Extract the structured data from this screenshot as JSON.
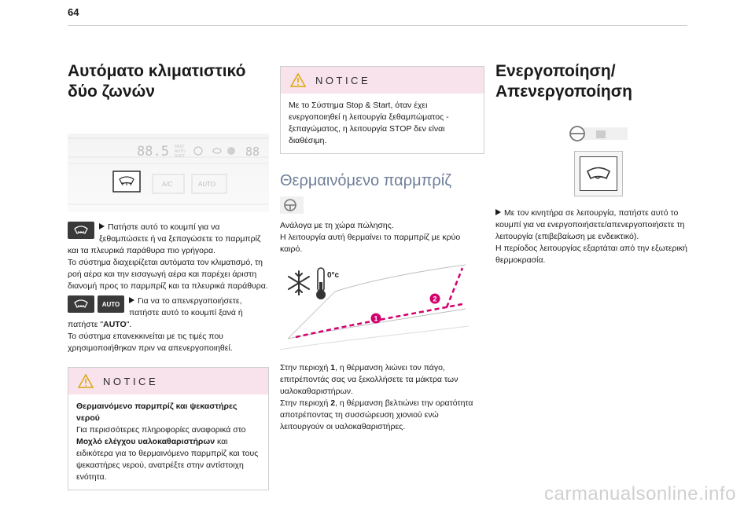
{
  "page": {
    "number": "64"
  },
  "col1": {
    "title": "Αυτόματο κλιματιστικό δύο ζωνών",
    "panel": {
      "display_temp": "88.5",
      "display_right": "88",
      "fast": "FAST",
      "auto": "AUTO",
      "soft": "SOFT",
      "btn_ac": "A/C",
      "btn_auto": "AUTO"
    },
    "p1": "Πατήστε αυτό το κουμπί για να ξεθαμπώσετε ή να ξεπαγώσετε το παρμπρίζ και τα πλευρικά παράθυρα πιο γρήγορα.",
    "p2": "Το σύστημα διαχειρίζεται αυτόματα τον κλιματισμό, τη ροή αέρα και την εισαγωγή αέρα και παρέχει άριστη διανομή προς το παρμπρίζ και τα πλευρικά παράθυρα.",
    "auto_key": "AUTO",
    "p3_a": "Για να το απενεργοποιήσετε, πατήστε αυτό το κουμπί ξανά ή πατήστε \"",
    "p3_bold": "AUTO",
    "p3_b": "\".",
    "p4": "Το σύστημα επανεκκινείται με τις τιμές που χρησιμοποιήθηκαν πριν να απενεργοποιηθεί.",
    "notice": {
      "title": "NOTICE",
      "head_bold": "Θερμαινόμενο παρμπρίζ και ψεκαστήρες νερού",
      "t1": "Για περισσότερες πληροφορίες αναφορικά στο ",
      "t2_bold": "Μοχλό ελέγχου υαλοκαθαριστήρων",
      "t3": " και ειδικότερα για το θερμαινόμενο παρμπρίζ και τους ψεκαστήρες νερού, ανατρέξτε στην αντίστοιχη ενότητα."
    }
  },
  "col2": {
    "notice": {
      "title": "NOTICE",
      "text": "Με το Σύστημα Stop & Start, όταν έχει ενεργοποιηθεί η λειτουργία ξεθαμπώματος - ξεπαγώματος, η λειτουργία STOP δεν είναι διαθέσιμη."
    },
    "title": "Θερμαινόμενο παρμπρίζ",
    "p1": "Ανάλογα με τη χώρα πώλησης.",
    "p2": "Η λειτουργία αυτή θερμαίνει το παρμπρίζ με κρύο καιρό.",
    "temp_label": "0°c",
    "zone1": "1",
    "zone2": "2",
    "p3_a": "Στην περιοχή ",
    "p3_b": "1",
    "p3_c": ", η θέρμανση λιώνει τον πάγο, επιτρέποντάς σας να ξεκολλήσετε τα μάκτρα των υαλοκαθαριστήρων.",
    "p4_a": "Στην περιοχή ",
    "p4_b": "2",
    "p4_c": ", η θέρμανση βελτιώνει την ορατότητα αποτρέποντας τη συσσώρευση χιονιού ενώ λειτουργούν οι υαλοκαθαριστήρες."
  },
  "col3": {
    "title": "Ενεργοποίηση/ Απενεργοποίηση",
    "p1": "Με τον κινητήρα σε λειτουργία, πατήστε αυτό το κουμπί για να ενεργοποιήσετε/απενεργοποιήσετε τη λειτουργία (επιβεβαίωση με ενδεικτικό).",
    "p2": "Η περίοδος λειτουργίας εξαρτάται από την εξωτερική θερμοκρασία."
  },
  "footer": {
    "watermark": "carmanualsonline.info"
  },
  "colors": {
    "notice_bg": "#f8e2ec",
    "heading_blue": "#6f7f97",
    "zone_pink": "#d2006e",
    "key_dark": "#3a3a3a"
  }
}
